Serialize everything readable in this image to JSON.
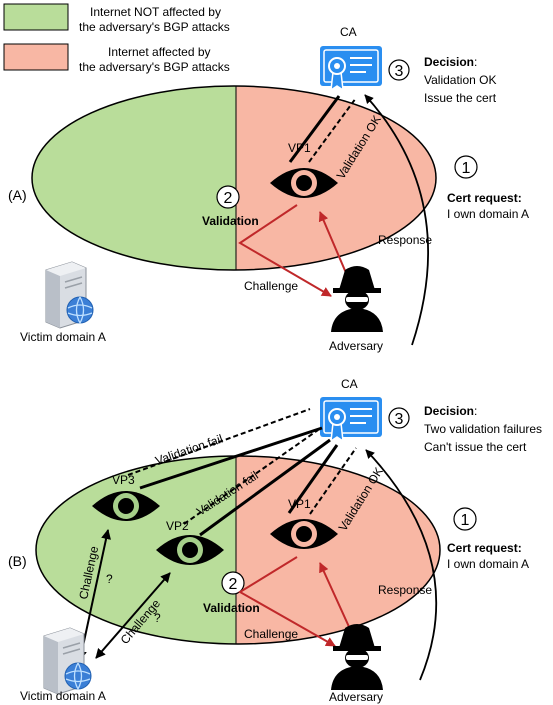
{
  "legend": {
    "unaffected": {
      "line1": "Internet NOT affected by",
      "line2": "the adversary's BGP attacks",
      "color": "#b9dd9a"
    },
    "affected": {
      "line1": "Internet affected by",
      "line2": "the adversary's BGP attacks",
      "color": "#f8b7a4"
    }
  },
  "colors": {
    "ellipse_stroke": "#000000",
    "attack_arrow": "#c0282a",
    "ca_blue": "#2a8ef0"
  },
  "panel_a": {
    "label": "(A)",
    "ca_label": "CA",
    "step1": "1",
    "step2": "2",
    "step3": "3",
    "vp1_label": "VP1",
    "validation_ok": "Validation OK",
    "validation": "Validation",
    "decision_title": "Decision",
    "decision_colon": ":",
    "decision_line1": "Validation OK",
    "decision_line2": "Issue the cert",
    "cert_request_title": "Cert request:",
    "cert_request_line": "I own domain A",
    "challenge": "Challenge",
    "response": "Response",
    "victim": "Victim domain A",
    "adversary": "Adversary"
  },
  "panel_b": {
    "label": "(B)",
    "ca_label": "CA",
    "step1": "1",
    "step2": "2",
    "step3": "3",
    "vp1_label": "VP1",
    "vp2_label": "VP2",
    "vp3_label": "VP3",
    "validation_ok": "Validation OK",
    "validation_fail_1": "Validation fail",
    "validation_fail_2": "Validation fail",
    "validation": "Validation",
    "decision_title": "Decision",
    "decision_colon": ":",
    "decision_line1": "Two validation failures",
    "decision_line2": "Can't issue the cert",
    "cert_request_title": "Cert request:",
    "cert_request_line": "I own domain A",
    "challenge_vp3": "Challenge",
    "challenge_vp2": "Challenge",
    "question_vp3": "?",
    "question_vp2": "?",
    "challenge": "Challenge",
    "response": "Response",
    "victim": "Victim domain A",
    "adversary": "Adversary"
  }
}
